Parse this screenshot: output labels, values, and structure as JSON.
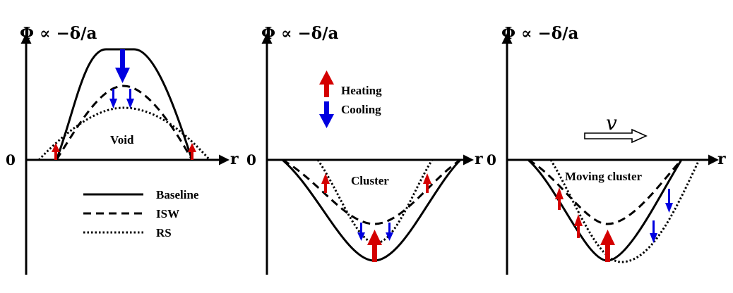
{
  "panels": [
    {
      "id": "void",
      "y_axis_label": "Φ ∝ −δ/a",
      "x_axis_label": "r",
      "zero_label": "0",
      "structure_label": "Void"
    },
    {
      "id": "cluster",
      "y_axis_label": "Φ ∝ −δ/a",
      "x_axis_label": "r",
      "zero_label": "0",
      "structure_label": "Cluster"
    },
    {
      "id": "moving-cluster",
      "y_axis_label": "Φ ∝ −δ/a",
      "x_axis_label": "r",
      "zero_label": "0",
      "structure_label": "Moving cluster",
      "velocity_label": "v"
    }
  ],
  "curve_legend": [
    {
      "label": "Baseline",
      "style": "solid"
    },
    {
      "label": "ISW",
      "style": "dashed"
    },
    {
      "label": "RS",
      "style": "dotted"
    }
  ],
  "arrow_legend": [
    {
      "label": "Heating",
      "color": "#d40000"
    },
    {
      "label": "Cooling",
      "color": "#0000e0"
    }
  ],
  "colors": {
    "heating": "#d40000",
    "cooling": "#0000e0",
    "ink": "#000000"
  }
}
